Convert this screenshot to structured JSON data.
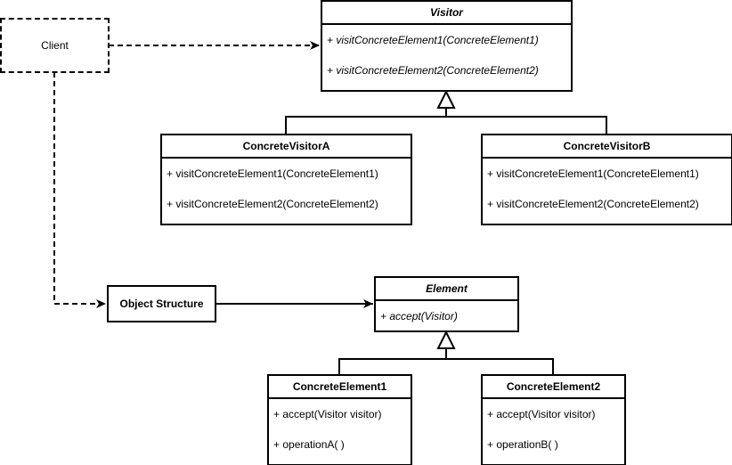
{
  "nodes": {
    "client": {
      "label": "Client"
    },
    "object_structure": {
      "label": "Object Structure"
    },
    "visitor": {
      "name": "Visitor",
      "abstract": true,
      "methods": [
        "+ visitConcreteElement1(ConcreteElement1)",
        "+ visitConcreteElement2(ConcreteElement2)"
      ]
    },
    "concrete_visitor_a": {
      "name": "ConcreteVisitorA",
      "methods": [
        "+ visitConcreteElement1(ConcreteElement1)",
        "+ visitConcreteElement2(ConcreteElement2)"
      ]
    },
    "concrete_visitor_b": {
      "name": "ConcreteVisitorB",
      "methods": [
        "+ visitConcreteElement1(ConcreteElement1)",
        "+ visitConcreteElement2(ConcreteElement2)"
      ]
    },
    "element": {
      "name": "Element",
      "abstract": true,
      "methods": [
        "+ accept(Visitor)"
      ]
    },
    "concrete_element_1": {
      "name": "ConcreteElement1",
      "methods": [
        "+ accept(Visitor visitor)",
        "+ operationA( )"
      ]
    },
    "concrete_element_2": {
      "name": "ConcreteElement2",
      "methods": [
        "+ accept(Visitor visitor)",
        "+ operationB( )"
      ]
    }
  },
  "edges": [
    {
      "from": "client",
      "to": "visitor",
      "style": "dashed",
      "head": "open-arrow"
    },
    {
      "from": "client",
      "to": "object_structure",
      "style": "dashed",
      "head": "open-arrow"
    },
    {
      "from": "object_structure",
      "to": "element",
      "style": "solid",
      "head": "open-arrow"
    },
    {
      "from": "concrete_visitor_a",
      "to": "visitor",
      "style": "solid",
      "head": "hollow-triangle"
    },
    {
      "from": "concrete_visitor_b",
      "to": "visitor",
      "style": "solid",
      "head": "hollow-triangle"
    },
    {
      "from": "concrete_element_1",
      "to": "element",
      "style": "solid",
      "head": "hollow-triangle"
    },
    {
      "from": "concrete_element_2",
      "to": "element",
      "style": "solid",
      "head": "hollow-triangle"
    }
  ],
  "colors": {
    "line": "#000000",
    "fill": "#ffffff",
    "text": "#000000"
  }
}
